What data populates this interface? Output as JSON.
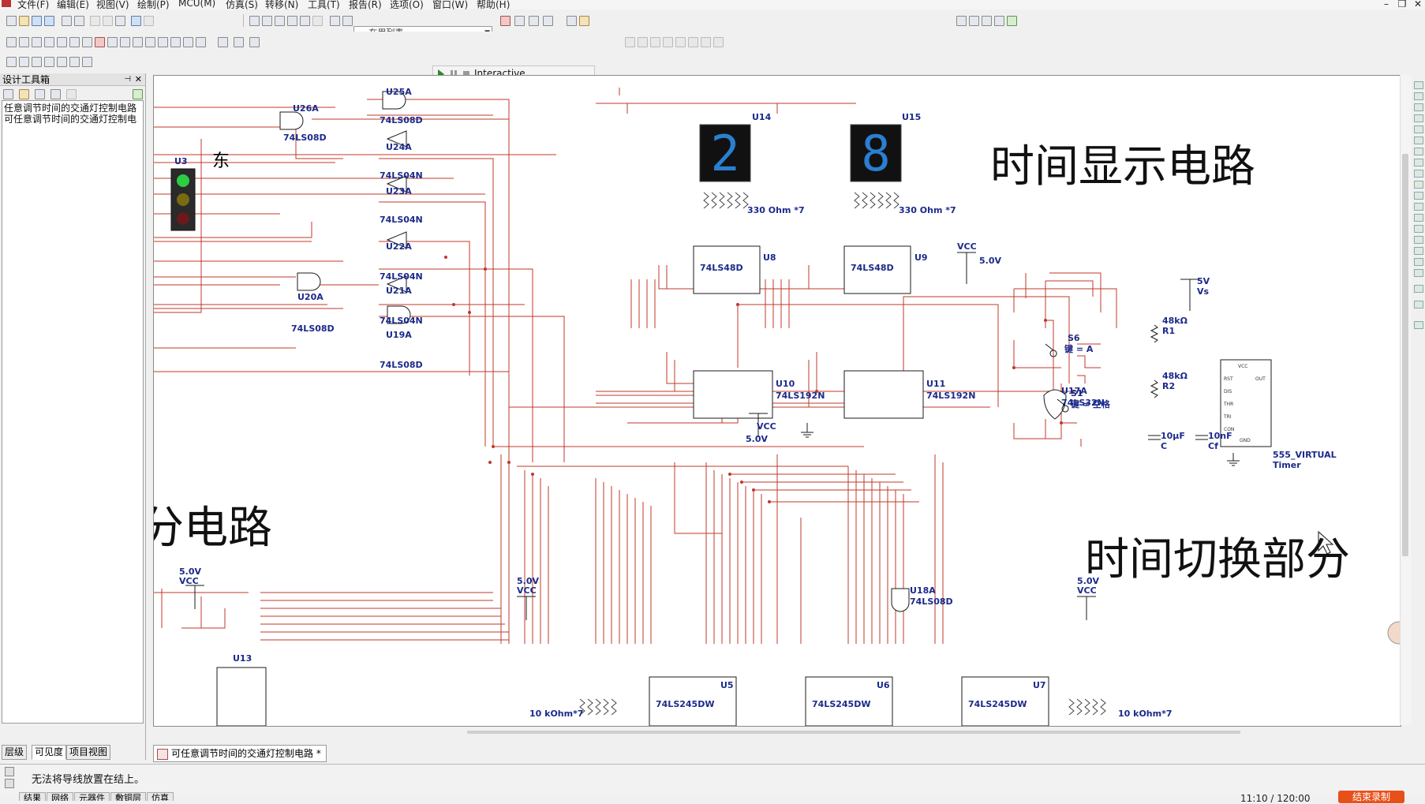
{
  "menu": [
    "文件(F)",
    "编辑(E)",
    "视图(V)",
    "绘制(P)",
    "MCU(M)",
    "仿真(S)",
    "转移(N)",
    "工具(T)",
    "报告(R)",
    "选项(O)",
    "窗口(W)",
    "帮助(H)"
  ],
  "window_buttons": [
    "–",
    "❐",
    "✕"
  ],
  "toolbar": {
    "in_use_list": "--- 在用列表 ---",
    "interactive_label": "Interactive"
  },
  "design_toolbox": {
    "title": "设计工具箱",
    "tree_items": [
      "任意调节时间的交通灯控制电路",
      "可任意调节时间的交通灯控制电"
    ],
    "tabs": [
      "层级",
      "可见度",
      "项目视图"
    ]
  },
  "document_tab": "可任意调节时间的交通灯控制电路 *",
  "status": {
    "message": "无法将导线放置在结上。",
    "bottom_tabs": [
      "结果",
      "网络",
      "元器件",
      "敷铜层",
      "仿真"
    ],
    "recording_time": "11:10 / 120:00",
    "recording_button": "结束录制"
  },
  "schematic": {
    "overlay_texts": {
      "time_display": "时间显示电路",
      "time_switch": "时间切换部分",
      "partial_left": "分电路",
      "east": "东"
    },
    "gates": [
      {
        "ref": "U25A",
        "part": "74LS08D"
      },
      {
        "ref": "U26A",
        "part": "74LS08D"
      },
      {
        "ref": "U24A",
        "part": "74LS04N"
      },
      {
        "ref": "U23A",
        "part": "74LS04N"
      },
      {
        "ref": "U22A",
        "part": "74LS04N"
      },
      {
        "ref": "U21A",
        "part": "74LS04N"
      },
      {
        "ref": "U20A",
        "part": "74LS08D"
      },
      {
        "ref": "U19A",
        "part": "74LS08D"
      },
      {
        "ref": "U17A",
        "part": "74LS32N"
      },
      {
        "ref": "U18A",
        "part": "74LS08D"
      }
    ],
    "traffic_light_ref": "U3",
    "displays": [
      {
        "ref": "U14",
        "digit": "2"
      },
      {
        "ref": "U15",
        "digit": "8"
      }
    ],
    "resistor_arrays": [
      {
        "label": "330 Ohm *7"
      },
      {
        "label": "330 Ohm *7"
      },
      {
        "label": "10 kOhm*7"
      },
      {
        "label": "10 kOhm*7"
      }
    ],
    "ics": [
      {
        "ref": "U8",
        "part": "74LS48D"
      },
      {
        "ref": "U9",
        "part": "74LS48D"
      },
      {
        "ref": "U10",
        "part": "74LS192N"
      },
      {
        "ref": "U11",
        "part": "74LS192N"
      },
      {
        "ref": "U5",
        "part": "74LS245DW"
      },
      {
        "ref": "U6",
        "part": "74LS245DW"
      },
      {
        "ref": "U7",
        "part": "74LS245DW"
      },
      {
        "ref": "U13",
        "part": ""
      }
    ],
    "power": [
      {
        "name": "VCC",
        "value": "5.0V"
      },
      {
        "name": "VCC",
        "value": "5.0V"
      },
      {
        "name": "VCC",
        "value": "5.0V"
      },
      {
        "name": "VCC",
        "value": "5.0V"
      },
      {
        "name": "VCC",
        "value": "5.0V"
      },
      {
        "name": "Vs",
        "value": "5V"
      }
    ],
    "switches": [
      {
        "ref": "S6",
        "key": "键 = A"
      },
      {
        "ref": "S1",
        "key": "键 = 空格"
      }
    ],
    "timer": {
      "ref": "555_VIRTUAL",
      "sub": "Timer",
      "pins": [
        "VCC",
        "RST",
        "OUT",
        "DIS",
        "THR",
        "TRI",
        "CON",
        "GND"
      ]
    },
    "passives": [
      {
        "ref": "R1",
        "value": "48kΩ"
      },
      {
        "ref": "R2",
        "value": "48kΩ"
      },
      {
        "ref": "C",
        "value": "10µF"
      },
      {
        "ref": "Cf",
        "value": "10nF"
      }
    ]
  }
}
